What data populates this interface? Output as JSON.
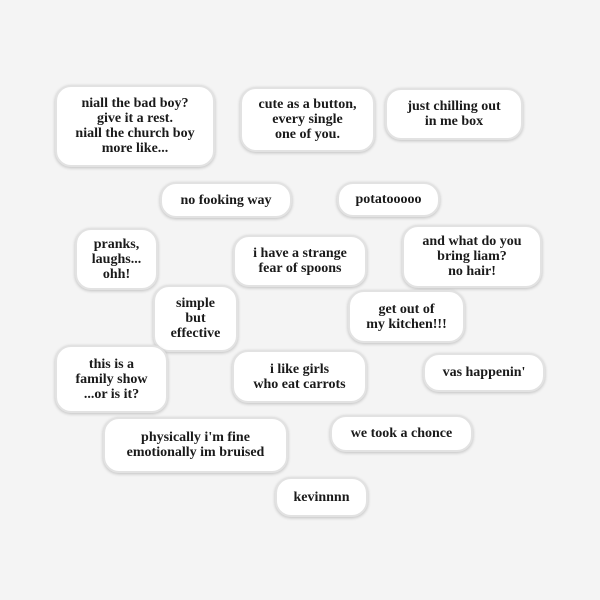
{
  "stickers": [
    {
      "text": "niall the bad boy?\ngive it a rest.\nniall the church boy\nmore like..."
    },
    {
      "text": "cute as a button,\nevery single\none of you."
    },
    {
      "text": "just chilling out\nin me box"
    },
    {
      "text": "no fooking way"
    },
    {
      "text": "potatooooo"
    },
    {
      "text": "pranks,\nlaughs...\nohh!"
    },
    {
      "text": "i have a strange\nfear of spoons"
    },
    {
      "text": "and what do you\nbring liam?\nno hair!"
    },
    {
      "text": "simple\nbut\neffective"
    },
    {
      "text": "get out of\nmy kitchen!!!"
    },
    {
      "text": "this is a\nfamily show\n...or is it?"
    },
    {
      "text": "i like girls\nwho eat carrots"
    },
    {
      "text": "vas happenin'"
    },
    {
      "text": "physically i'm fine\nemotionally im bruised"
    },
    {
      "text": "we took a chonce"
    },
    {
      "text": "kevinnnn"
    }
  ]
}
